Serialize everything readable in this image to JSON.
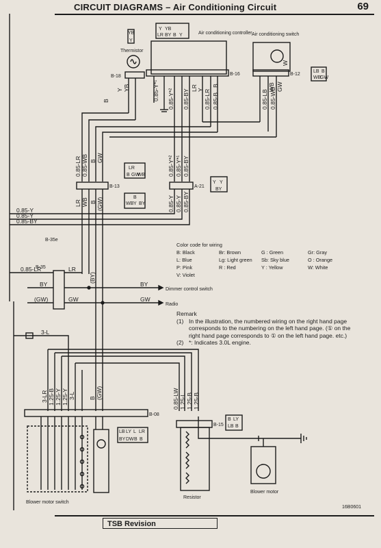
{
  "header": {
    "title": "CIRCUIT DIAGRAMS – Air Conditioning Circuit",
    "page_number": "69"
  },
  "footer": {
    "revision": "TSB Revision",
    "figure_code": "16B0601"
  },
  "components": {
    "thermistor": "Thermistor",
    "ac_controller": "Air conditioning controller",
    "ac_switch": "Air conditioning switch",
    "blower_motor_switch": "Blower motor switch",
    "resistor": "Resistor",
    "blower_motor": "Blower motor",
    "dimmer_switch": "Dimmer control switch",
    "radio": "Radio"
  },
  "connectors": [
    "B-18",
    "B-16",
    "B-12",
    "B-13",
    "A-21",
    "B-35",
    "B-35e",
    "B-08",
    "B-15"
  ],
  "wire_labels": {
    "vertical_top": [
      "0.85-Y*¹",
      "0.85-Y*²",
      "0.85-BY",
      "0.85-LR",
      "0.85-B",
      "0.85-LB",
      "0.85-WB"
    ],
    "vertical_mid": [
      "0.85-LR",
      "0.85-WB",
      "B",
      "GW",
      "0.85-Y*²",
      "0.85-Y*¹",
      "0.85-BY"
    ],
    "vertical_low": [
      "LR",
      "WB",
      "B",
      "(GW)",
      "0.85-Y",
      "0.85-Y",
      "0.85-BY"
    ],
    "harness_left": [
      "0.85-Y",
      "0.85-Y",
      "0.85-BY"
    ],
    "bottom_left": [
      "3-LR",
      "1.25-B",
      "1.25-Y",
      "1.25-Y",
      "3-L",
      "B",
      "(GW)"
    ],
    "bottom_right": [
      "0.85-LW",
      "1.25-L",
      "1.25-B",
      "1.25-B"
    ],
    "misc": [
      "0.85-LR",
      "LR",
      "BY",
      "BY",
      "(BY)",
      "(GW)",
      "GW",
      "GW",
      "3-L",
      "B",
      "YB",
      "Y",
      "Y",
      "B",
      "WB",
      "GW",
      "LR",
      "W"
    ]
  },
  "pin_tables": {
    "b18": [
      "YB",
      "Y"
    ],
    "b16_top": [
      "Y",
      "YB",
      "",
      ""
    ],
    "b16_bot": [
      "LR",
      "BY",
      "B",
      "Y"
    ],
    "b12": [
      "LB",
      "WB",
      "GW",
      "B"
    ],
    "b13_top": [
      "LR",
      "B",
      "GW",
      "WB"
    ],
    "b13_bot": [
      "WB",
      "B",
      "Y",
      "BY"
    ],
    "a21": [
      "Y",
      "Y",
      "BY"
    ],
    "b08": [
      "LB",
      "LY",
      "L",
      "LR",
      "BY",
      "DW",
      "B",
      "B"
    ],
    "b15": [
      "B",
      "LY",
      "LB",
      "B"
    ]
  },
  "color_code": {
    "title": "Color code for wiring",
    "entries": [
      "B: Black",
      "Br: Brown",
      "G : Green",
      "Gr: Gray",
      "L: Blue",
      "Lg: Light green",
      "Sb: Sky blue",
      "O : Orange",
      "P: Pink",
      "R : Red",
      "Y : Yellow",
      "W: White",
      "V: Violet"
    ]
  },
  "remark": {
    "title": "Remark",
    "items": [
      {
        "num": "(1)",
        "text": "In the illustration, the numbered wiring on the right hand page corresponds to the numbering on the left hand page. (① on the right hand page corresponds to ① on the left hand page. etc.)"
      },
      {
        "num": "(2)",
        "text": "*: Indicates 3.0L engine."
      }
    ]
  },
  "colors": {
    "paper": "#e9e4dc",
    "ink": "#1b1b1b"
  }
}
